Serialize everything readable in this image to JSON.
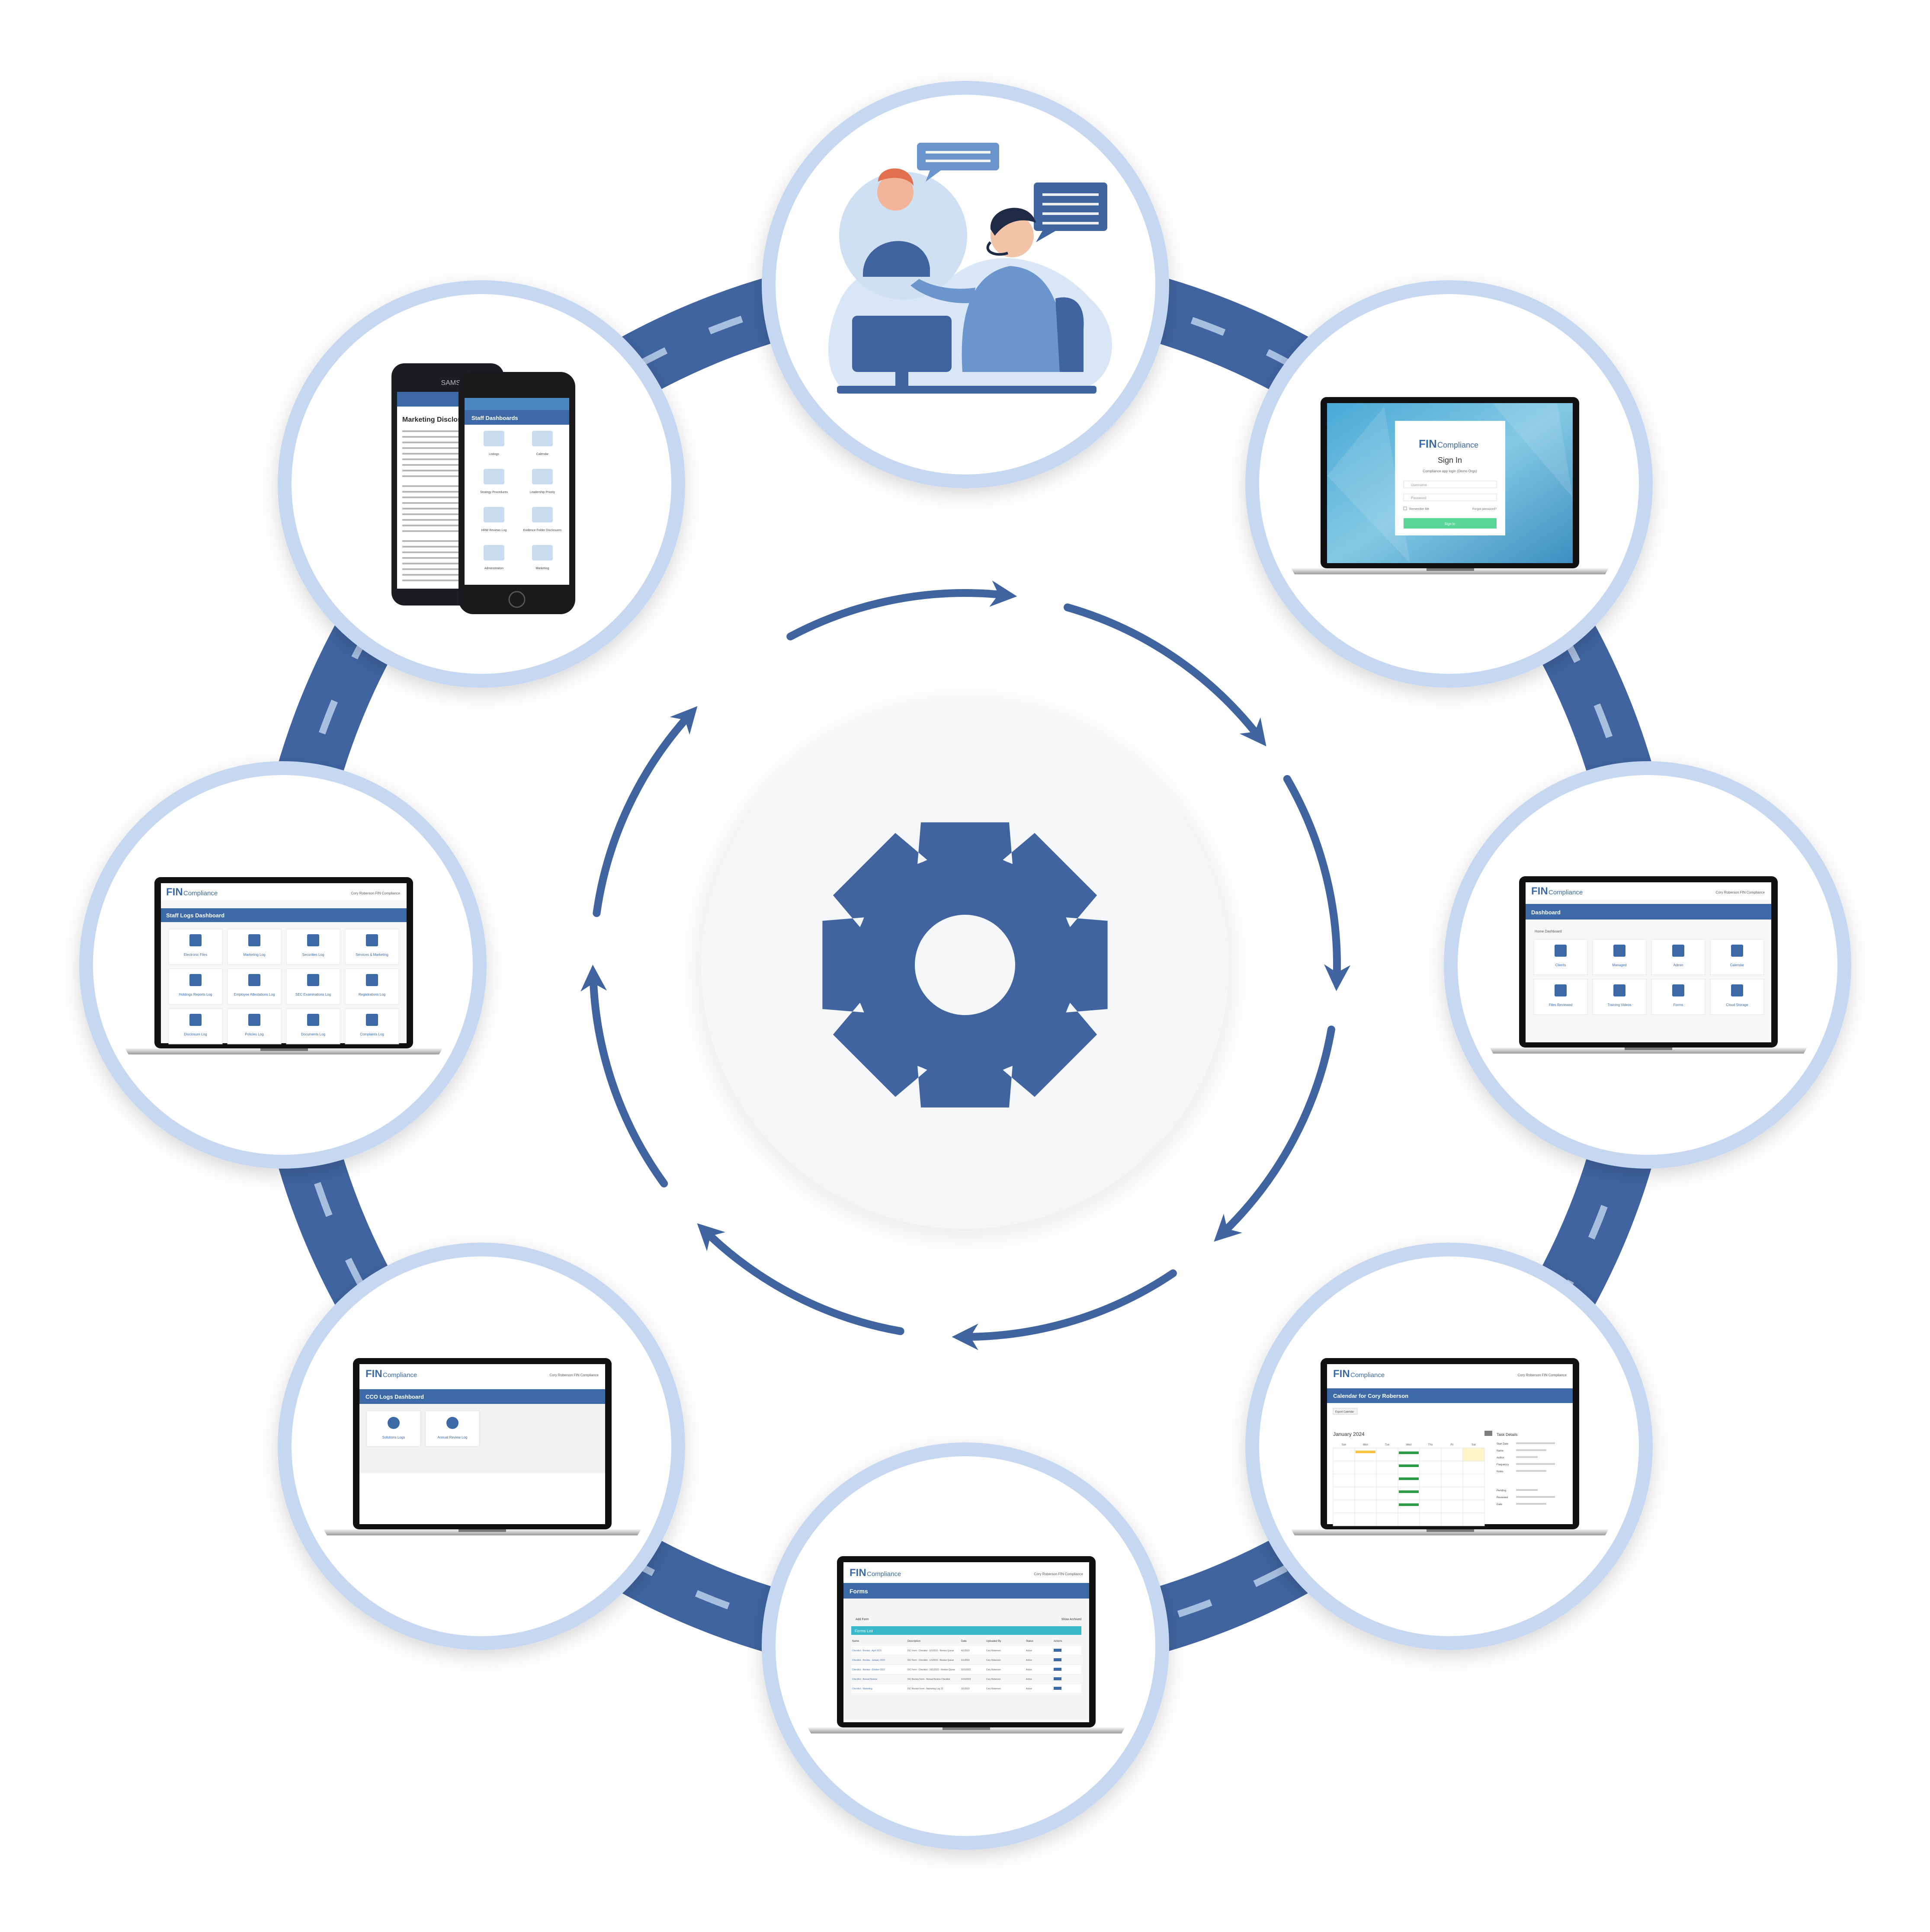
{
  "brand": {
    "logo_fin": "FIN",
    "logo_rest": "Compliance",
    "user": "Cory Roberson FIN Compliance"
  },
  "colors": {
    "primary": "#3f64a0",
    "ring_light": "#c6d8f1",
    "header_blue": "#3b6aa6",
    "teal": "#39b8c9",
    "green": "#5bd69b",
    "road_dash": "#a9bfe0",
    "gear_bg": "#f5f6f8"
  },
  "nodes": {
    "mobile": {
      "phone_brand": "SAMSUNG",
      "left_title": "Marketing Disclosures",
      "right_title": "Staff Dashboards",
      "items": [
        "Listings",
        "Calendar",
        "Strategy Procedures",
        "Leadership Priority",
        "HRW Reviews Log",
        "Evidence Folder Disclosures",
        "Administration",
        "Marketing"
      ]
    },
    "signin": {
      "title": "Sign In",
      "subtitle": "Compliance app login (Demo Orgs)",
      "username": "Username",
      "password": "Password",
      "remember": "Remember Me",
      "forgot": "Forgot password?",
      "button": "Sign In"
    },
    "dashboard": {
      "title": "Dashboard",
      "crumb": "Home Dashboard",
      "items": [
        "Clients",
        "Managed",
        "Admin",
        "Calendar",
        "Files Reviewed",
        "Training Videos",
        "Forms",
        "Cloud Storage"
      ]
    },
    "calendar": {
      "title": "Calendar for Cory Roberson",
      "month": "January 2024",
      "button": "Export Calendar",
      "days": [
        "Sun",
        "Mon",
        "Tue",
        "Wed",
        "Thu",
        "Fri",
        "Sat"
      ],
      "panel_title": "Task Details",
      "panel_fields": [
        "Start Date",
        "Name",
        "Author",
        "Frequency",
        "Notes",
        "Pending",
        "Reviewed",
        "Date"
      ]
    },
    "forms": {
      "title": "Forms",
      "add_button": "Add Form",
      "filter_button": "Show Archived",
      "list_title": "Forms List",
      "columns": [
        "Name",
        "Description",
        "Date",
        "Uploaded By",
        "Status",
        "Actions"
      ],
      "rows": [
        [
          "Checklist - Review - April 2023",
          "ISC Form - Checklist - 3/1/2023 - Review Queue",
          "4/1/2023",
          "Cory Roberson",
          "Active"
        ],
        [
          "Checklist - Review - January 2023",
          "ISC Form - Checklist - 1/1/2023 - Review Queue",
          "1/1/2023",
          "Cory Roberson",
          "Active"
        ],
        [
          "Checklist - Review - October 2022",
          "ISC Form - Checklist - 10/1/2022 - Review Queue",
          "10/1/2022",
          "Cory Roberson",
          "Active"
        ],
        [
          "Checklist - Annual Review",
          "ISC Review Form - Annual Review Checklist",
          "1/15/2023",
          "Cory Roberson",
          "Active"
        ],
        [
          "Checklist - Marketing",
          "ISC Review Form - Marketing Log 23",
          "3/1/2023",
          "Cory Roberson",
          "Active"
        ]
      ]
    },
    "cco": {
      "title": "CCO Logs Dashboard",
      "items": [
        "Solutions Logs",
        "Annual Review Log"
      ]
    },
    "staff": {
      "title": "Staff Logs Dashboard",
      "items": [
        "Electronic Files",
        "Marketing Log",
        "Securities Log",
        "Services & Marketing",
        "Holdings Reports Log",
        "Employee Attestations Log",
        "SEC Examinations Log",
        "Registrations Log",
        "Disclosure Log",
        "Policies Log",
        "Documents Log",
        "Complaints Log"
      ]
    }
  }
}
